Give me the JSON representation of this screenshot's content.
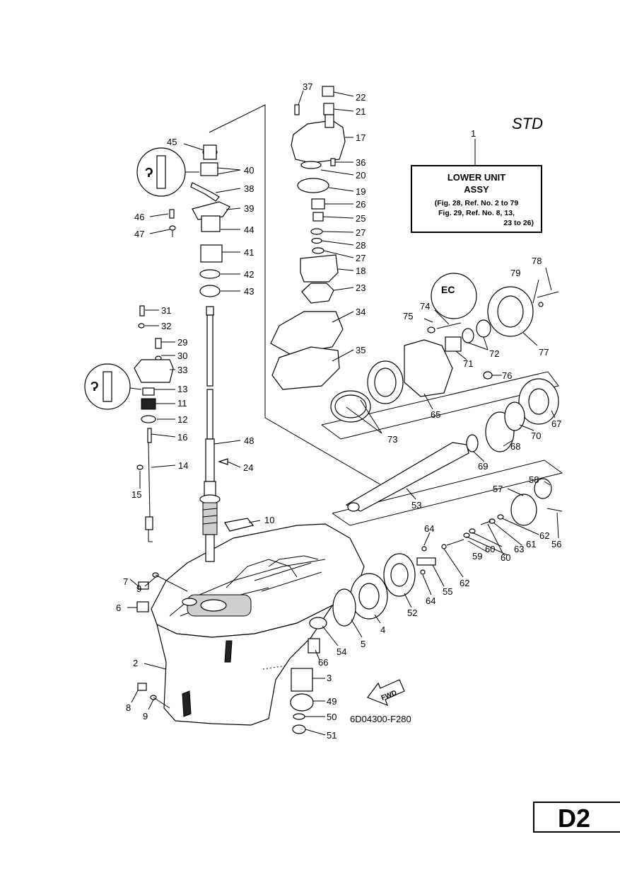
{
  "std_label": "STD",
  "assy_box": {
    "title_line1": "LOWER UNIT",
    "title_line2": "ASSY",
    "ref_line1": "(Fig. 28, Ref. No. 2 to 79",
    "ref_line2": "Fig. 29, Ref. No. 8, 13,",
    "ref_line3": "23 to 26)"
  },
  "figure_code": "6D04300-F280",
  "fwd_label": "FWD",
  "page_label": "D2",
  "callouts": [
    "1",
    "2",
    "3",
    "4",
    "5",
    "6",
    "7",
    "8",
    "9",
    "9",
    "10",
    "11",
    "12",
    "13",
    "14",
    "15",
    "16",
    "17",
    "18",
    "19",
    "20",
    "21",
    "22",
    "23",
    "24",
    "25",
    "26",
    "27",
    "27",
    "28",
    "29",
    "30",
    "31",
    "32",
    "33",
    "34",
    "35",
    "36",
    "37",
    "38",
    "39",
    "40",
    "41",
    "42",
    "43",
    "44",
    "45",
    "46",
    "47",
    "48",
    "49",
    "50",
    "51",
    "52",
    "53",
    "54",
    "55",
    "56",
    "57",
    "58",
    "59",
    "60",
    "60",
    "61",
    "62",
    "62",
    "63",
    "64",
    "64",
    "65",
    "66",
    "67",
    "68",
    "69",
    "70",
    "71",
    "72",
    "73",
    "74",
    "75",
    "76",
    "77",
    "78",
    "79"
  ]
}
